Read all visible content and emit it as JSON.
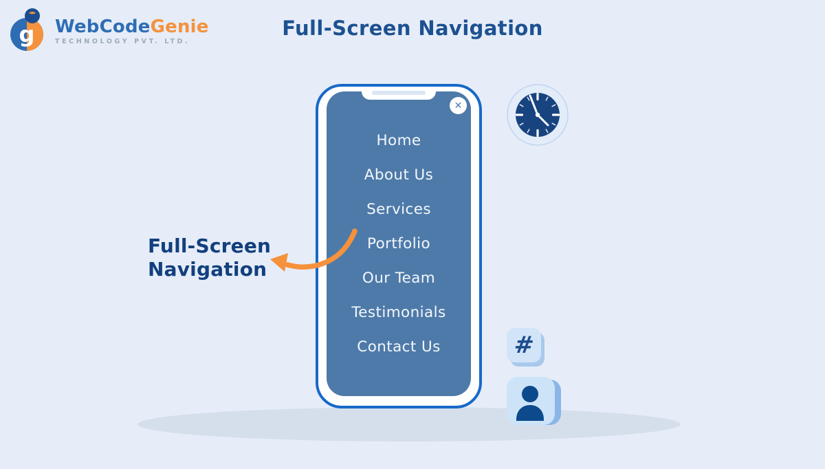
{
  "brand": {
    "name_primary": "WebCode",
    "name_secondary": "Genie",
    "tagline": "TECHNOLOGY PVT. LTD.",
    "mark_letter": "g"
  },
  "heading": {
    "title": "Full-Screen Navigation"
  },
  "phone": {
    "menu_items": [
      "Home",
      "About Us",
      "Services",
      "Portfolio",
      "Our Team",
      "Testimonials",
      "Contact Us"
    ],
    "close_glyph": "✕"
  },
  "caption": {
    "line1": "Full-Screen",
    "line2": "Navigation"
  },
  "icons": {
    "hash_glyph": "#"
  },
  "colors": {
    "background": "#e6edf8",
    "phone_frame": "#1769c8",
    "screen": "#4e7aa9",
    "menu_text": "#f3f7fb",
    "accent_orange": "#f6913c",
    "caption_navy": "#123f7e",
    "title_blue": "#1d5191",
    "logo_blue": "#2e6db4",
    "logo_orange": "#f5923e",
    "tagline_gray": "#9fabb9",
    "icon_tile": "#cde3f8",
    "icon_tile_shadow": "#8ab6e6",
    "icon_glyph_navy": "#0c4a8c",
    "clock_face": "#17437f",
    "clock_ring": "#e3ecf9",
    "floor_shadow": "#d5dfeb"
  }
}
